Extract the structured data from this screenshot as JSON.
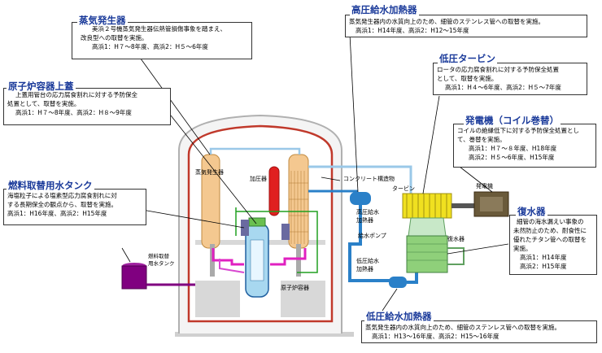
{
  "callouts": {
    "steam_generator": {
      "title": "蒸気発生器",
      "lines": [
        "美浜２号機蒸気発生器伝熱管損傷事象を踏まえ、",
        "改良型への取替を実施。",
        "高浜1：H７〜8年度、高浜2：H５〜6年度"
      ]
    },
    "reactor_vessel_head": {
      "title": "原子炉容器上蓋",
      "lines": [
        "上蓋用管台の応力腐食割れに対する予防保全",
        "処置として、取替を実施。",
        "高浜1：H７〜8年度、高浜2：H８〜9年度"
      ]
    },
    "fuel_water_tank": {
      "title": "燃料取替用水タンク",
      "lines": [
        "海塩粒子による塩素型応力腐食割れに対",
        "する長期保全の観点から、取替を実施。",
        "高浜1：H16年度、高浜2：H15年度"
      ]
    },
    "hp_feedwater_heater": {
      "title": "高圧給水加熱器",
      "lines": [
        "蒸気発生器内の水質向上のため、細管のステンレス管への取替を実施。",
        "高浜1：H14年度、高浜2：H12〜15年度"
      ]
    },
    "lp_turbine": {
      "title": "低圧タービン",
      "lines": [
        "ロータの応力腐食割れに対する予防保全処置",
        "として、取替を実施。",
        "高浜1：H４〜6年度、高浜2：H５〜7年度"
      ]
    },
    "generator": {
      "title": "発電機（コイル巻替）",
      "lines": [
        "コイルの絶縁低下に対する予防保全処置とし",
        "て、巻替を実施。",
        "高浜1：H７〜８年度、H18年度",
        "高浜2：H５〜6年度、H15年度"
      ]
    },
    "condenser": {
      "title": "復水器",
      "lines": [
        "細管の海水漏えい事象の",
        "未然防止のため、耐食性に",
        "優れたチタン管への取替を",
        "実施。",
        "高浜1：H14年度",
        "高浜2：H15年度"
      ]
    },
    "lp_feedwater_heater": {
      "title": "低圧給水加熱器",
      "lines": [
        "蒸気発生器内の水質向上のため、細管のステンレス管への取替を実施。",
        "高浜1：H13〜16年度、高浜2：H15〜16年度"
      ]
    }
  },
  "labels": {
    "sg": "蒸気発生器",
    "pressurizer": "加圧器",
    "reactor_vessel": "原子炉容器",
    "concrete": "コンクリート構造物",
    "turbine": "タービン",
    "generator": "発電機",
    "condenser": "復水器",
    "hp_heater": [
      "高圧給水",
      "加熱器"
    ],
    "feed_pump": "給水ポンプ",
    "lp_heater": [
      "低圧給水",
      "加熱器"
    ],
    "fuel_tank": [
      "燃料取替",
      "用水タンク"
    ]
  },
  "colors": {
    "title": "#1a3a9a",
    "steam_generator": "#f4c890",
    "containment": "#c0392b",
    "pressurizer": "#e02020",
    "feedwater": "#2a80c8",
    "fuel_tank": "#800080",
    "turbine": "#f0e020",
    "condenser": "#8fd07a"
  }
}
